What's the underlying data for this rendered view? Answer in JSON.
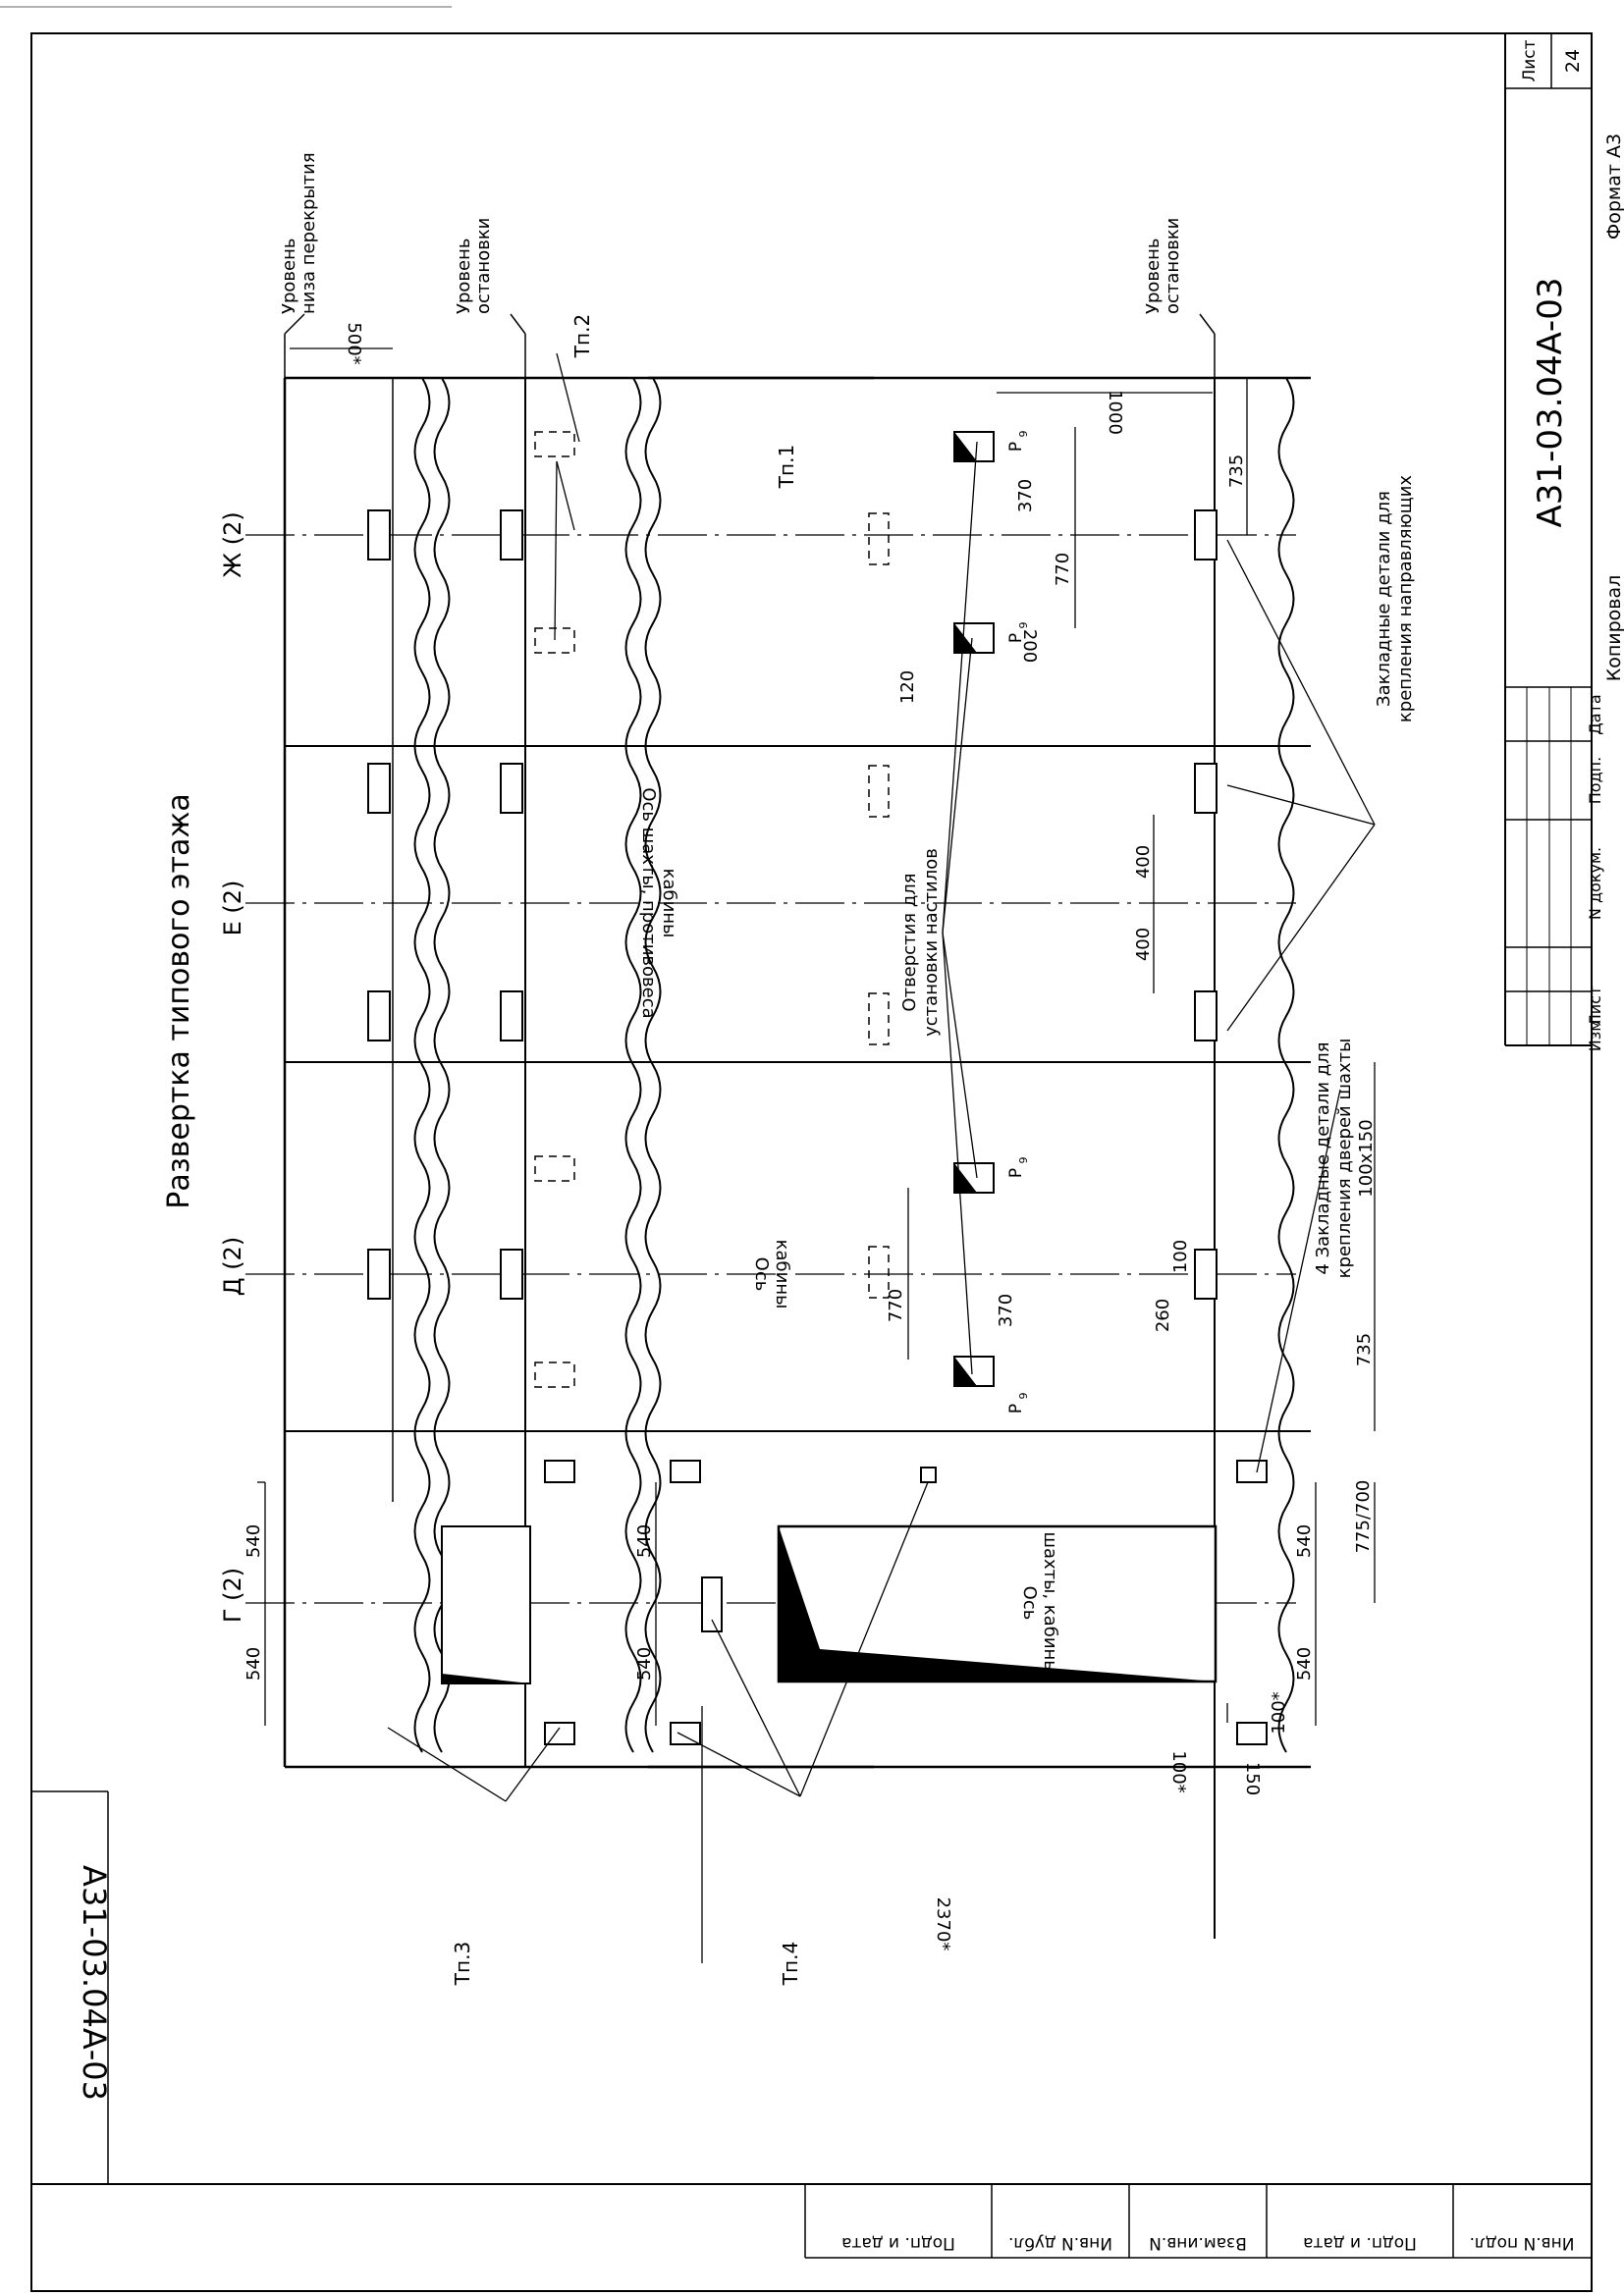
{
  "drawing_title": "Развертка типового этажа",
  "axes": [
    "Г (2)",
    "Д (2)",
    "Е (2)",
    "Ж (2)"
  ],
  "levels": {
    "ceiling_bottom": [
      "Уровень",
      "низа перекрытия"
    ],
    "stop_top": [
      "Уровень",
      "остановки"
    ],
    "stop_bottom": [
      "Уровень",
      "остановки"
    ]
  },
  "leaders": {
    "tp1": "Tп.1",
    "tp2": "Tп.2",
    "tp3": "Tп.3",
    "tp4": "Tп.4",
    "rails": [
      "Закладные детали для",
      "крепления направляющих"
    ],
    "door": [
      "4 Закладные детали для",
      "крепления дверей шахты",
      "100x150"
    ],
    "holes": [
      "Отверстия для",
      "установки настилов"
    ]
  },
  "axis_notes": {
    "cabin_counterweight": [
      "Ось шахты, противовеса",
      "кабины"
    ],
    "cabin": [
      "Ось",
      "кабины"
    ],
    "shaft_cabin": [
      "Ось",
      "шахты, кабины"
    ]
  },
  "dimensions": {
    "d500": "500*",
    "d540a": "540",
    "d540b": "540",
    "d540c": "540",
    "d540d": "540",
    "d540e": "540",
    "d540f": "540",
    "d770a": "770",
    "d370a": "370",
    "d770b": "770",
    "d370b": "370",
    "d120": "120",
    "d200": "200",
    "d1000": "1000",
    "d735a": "735",
    "d735b": "735",
    "d400a": "400",
    "d400b": "400",
    "d100a": "100",
    "d260": "260",
    "d775": "775/700",
    "d100b": "100*",
    "d100c": "100*",
    "d150": "150",
    "d2370": "2370*"
  },
  "p9": "P",
  "p9_sub": "9",
  "stamp": {
    "sheet_label": "Лист",
    "sheet_number": "24",
    "designation": "А31-03.04А-03",
    "columns": [
      "Изм",
      "Лист",
      "N докум.",
      "Подп.",
      "Дата"
    ],
    "copied": "Копировал",
    "format": "Формат А3"
  },
  "side_designation": "А31-03.04А-03",
  "side_columns": [
    "Инв.N подл.",
    "Подп. и дата",
    "Взам.инв.N",
    "Инв.N дубл.",
    "Подп. и дата"
  ]
}
